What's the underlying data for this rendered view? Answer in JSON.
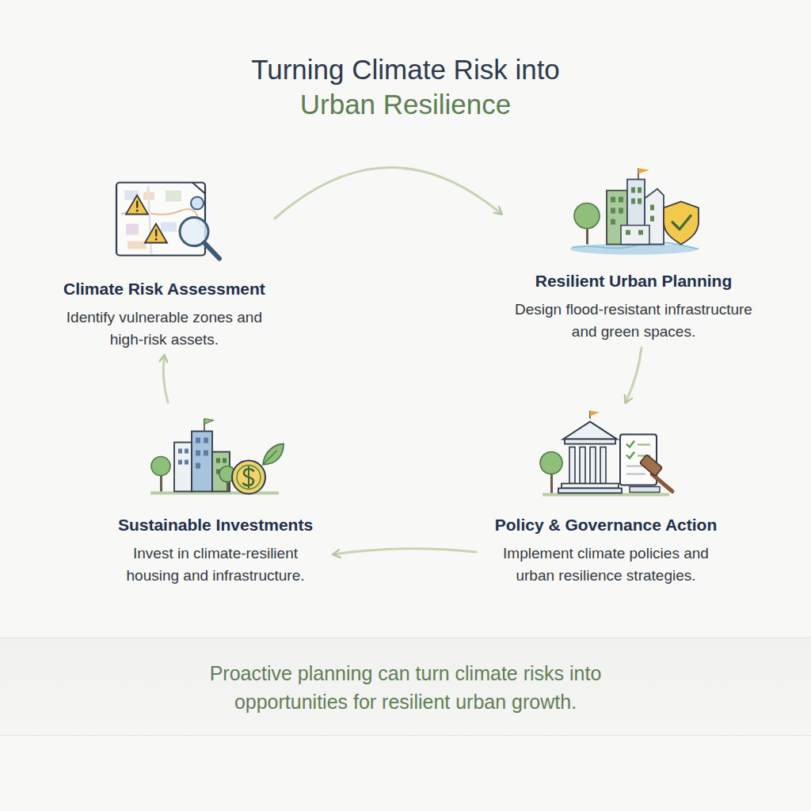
{
  "diagram": {
    "title": "Turning Climate Risk into Urban Resilience",
    "caption": "Proactive planning can turn climate risks into opportunities for resilient urban growth.",
    "nodes": [
      {
        "text": [
          "Climate Risk Assessment",
          "Identify vulnerable zones and high-risk assets."
        ]
      },
      {
        "text": [
          "Resilient Urban Planning",
          "Design flood-resistant infrastructure and green spaces."
        ]
      },
      {
        "text": [
          "Policy & Governance Action",
          "Implement climate policies and urban resilience strategies."
        ]
      },
      {
        "text": [
          "Sustainable Investments",
          "Invest in climate-resilient housing and infrastructure."
        ]
      }
    ],
    "edges": [
      {
        "from": 0,
        "to": 1,
        "arrow": "to"
      },
      {
        "from": 1,
        "to": 2,
        "arrow": "to"
      },
      {
        "from": 2,
        "to": 3,
        "arrow": "to"
      },
      {
        "from": 3,
        "to": 0,
        "arrow": "to"
      }
    ]
  }
}
